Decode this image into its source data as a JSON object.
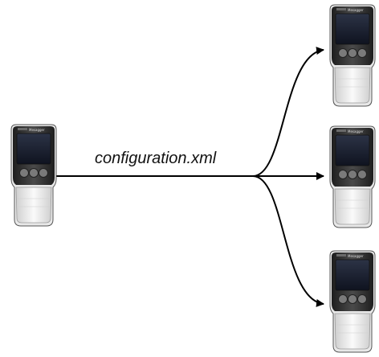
{
  "diagram": {
    "file_label": "configuration.xml",
    "source_device": {
      "name": "source-handheld-device",
      "brand_text": "Mesagger"
    },
    "target_devices": [
      {
        "name": "target-handheld-device-1",
        "brand_text": "Mesagger"
      },
      {
        "name": "target-handheld-device-2",
        "brand_text": "Mesagger"
      },
      {
        "name": "target-handheld-device-3",
        "brand_text": "Mesagger"
      }
    ],
    "colors": {
      "line": "#000000",
      "device_body": "#3a3a3a",
      "device_grip": "#f2f2f2",
      "screen": "#1a1f2e",
      "button": "#7a7a7a"
    }
  }
}
